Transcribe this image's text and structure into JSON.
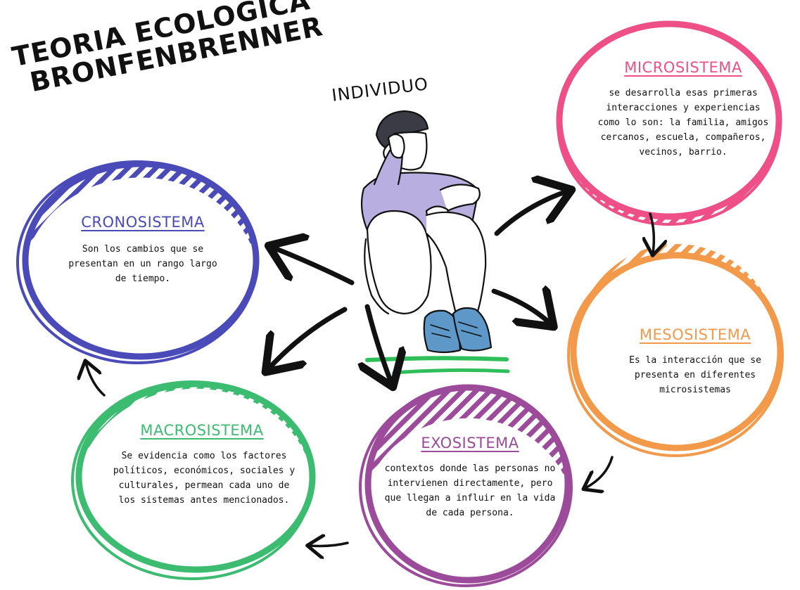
{
  "title": {
    "line1": "TEORIA ECOLOGICA",
    "line2": "BRONFENBRENNER"
  },
  "center_label": "INDIVIDUO",
  "figure_icon": "sitting-person-illustration",
  "colors": {
    "microsistema": "#ee4f86",
    "mesosistema": "#f2994a",
    "exosistema": "#9c4a9a",
    "macrosistema": "#3cbc70",
    "cronosistema": "#4a4ab8",
    "arrow": "#111111",
    "ground": "#2fbf5a"
  },
  "nodes": {
    "microsistema": {
      "title": "MICROSISTEMA",
      "description": "se desarrolla esas primeras interacciones y experiencias como lo son: la familia, amigos cercanos, escuela, compañeros, vecinos, barrio."
    },
    "mesosistema": {
      "title": "MESOSISTEMA",
      "description": "Es la interacción que se presenta en diferentes microsistemas"
    },
    "exosistema": {
      "title": "EXOSISTEMA",
      "description": "contextos donde las personas no intervienen directamente, pero que llegan a influir en la vida de cada persona."
    },
    "macrosistema": {
      "title": "MACROSISTEMA",
      "description": "Se evidencia como los factores políticos, económicos, sociales y culturales, permean cada uno de los sistemas antes mencionados."
    },
    "cronosistema": {
      "title": "CRONOSISTEMA",
      "description": "Son los cambios que se presentan en un rango largo de tiempo."
    }
  }
}
